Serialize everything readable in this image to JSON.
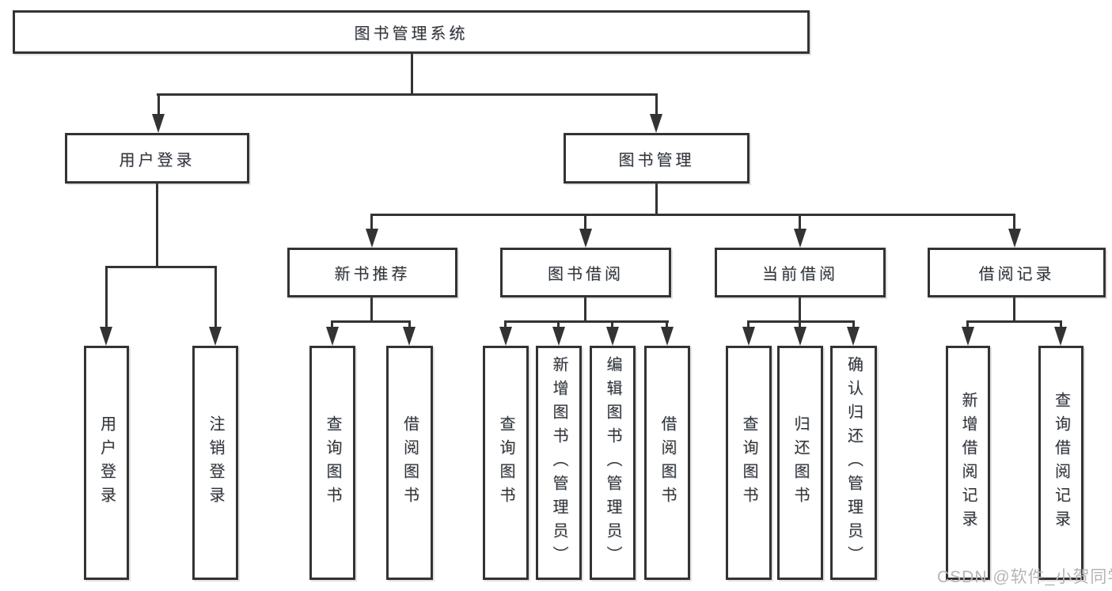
{
  "nodes": {
    "root": "图书管理系统",
    "userLogin": "用户登录",
    "bookMgmt": "图书管理",
    "newBookRec": "新书推荐",
    "bookBorrow": "图书借阅",
    "currentBorrow": "当前借阅",
    "borrowRecord": "借阅记录",
    "leafUserLogin": "用户登录",
    "leafLogout": "注销登录",
    "nbQuery": "查询图书",
    "nbBorrow": "借阅图书",
    "bbQuery": "查询图书",
    "bbAdd": "新增图书（管理员）",
    "bbEdit": "编辑图书（管理员）",
    "bbBorrow": "借阅图书",
    "cbQuery": "查询图书",
    "cbReturn": "归还图书",
    "cbConfirm": "确认归还（管理员）",
    "brAdd": "新增借阅记录",
    "brQuery": "查询借阅记录"
  },
  "watermark": "CSDN @软件_小贺同学",
  "colors": {
    "line": "#333333",
    "text": "#333333",
    "watermark": "#b5b5b5",
    "background": "#ffffff"
  }
}
